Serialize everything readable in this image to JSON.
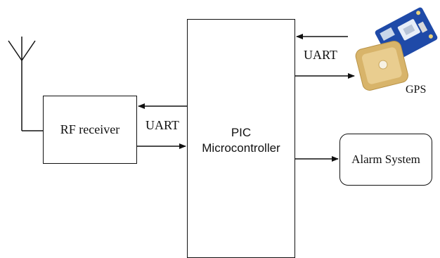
{
  "diagram": {
    "nodes": {
      "rf_receiver": "RF receiver",
      "pic_line1": "PIC",
      "pic_line2": "Microcontroller",
      "alarm": "Alarm System",
      "gps": "GPS"
    },
    "edge_labels": {
      "rf_uart": "UART",
      "gps_uart": "UART"
    }
  },
  "colors": {
    "line": "#111111",
    "gps_board": "#1f4aa8",
    "gps_antenna": "#d8b46a"
  }
}
